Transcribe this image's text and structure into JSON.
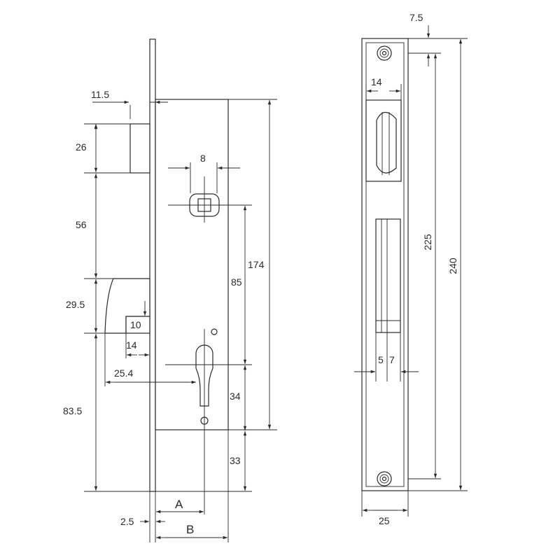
{
  "diagram": {
    "side_view": {
      "labels": {
        "d_11_5": "11.5",
        "d_26": "26",
        "d_8": "8",
        "d_56": "56",
        "d_174": "174",
        "d_85": "85",
        "d_29_5": "29.5",
        "d_10": "10",
        "d_14": "14",
        "d_25_4": "25.4",
        "d_83_5": "83.5",
        "d_34": "34",
        "d_33": "33",
        "d_2_5": "2.5",
        "d_A": "A",
        "d_B": "B"
      }
    },
    "front_view": {
      "labels": {
        "d_7_5": "7.5",
        "d_14": "14",
        "d_225": "225",
        "d_240": "240",
        "d_5": "5",
        "d_7": "7",
        "d_25": "25"
      }
    }
  }
}
